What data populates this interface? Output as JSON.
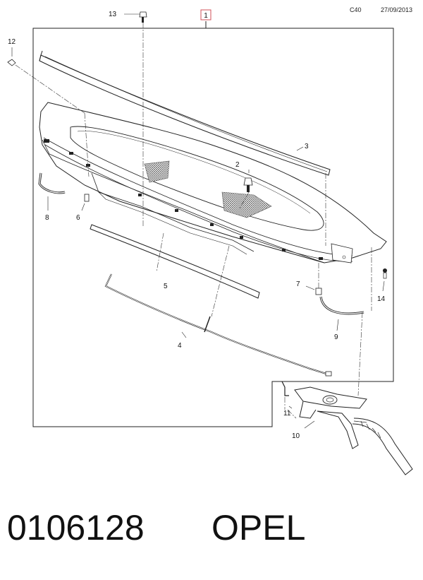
{
  "header": {
    "code": "C40",
    "date": "27/09/2013"
  },
  "callouts": {
    "c1": "1",
    "c2": "2",
    "c3": "3",
    "c4": "4",
    "c5": "5",
    "c6": "6",
    "c7": "7",
    "c8": "8",
    "c9": "9",
    "c10": "10",
    "c11": "11",
    "c12": "12",
    "c13": "13",
    "c14": "14"
  },
  "footer": {
    "part_number": "0106128",
    "brand": "OPEL"
  },
  "colors": {
    "line": "#222222",
    "highlight_box": "#d0505a",
    "grille": "#555555"
  }
}
